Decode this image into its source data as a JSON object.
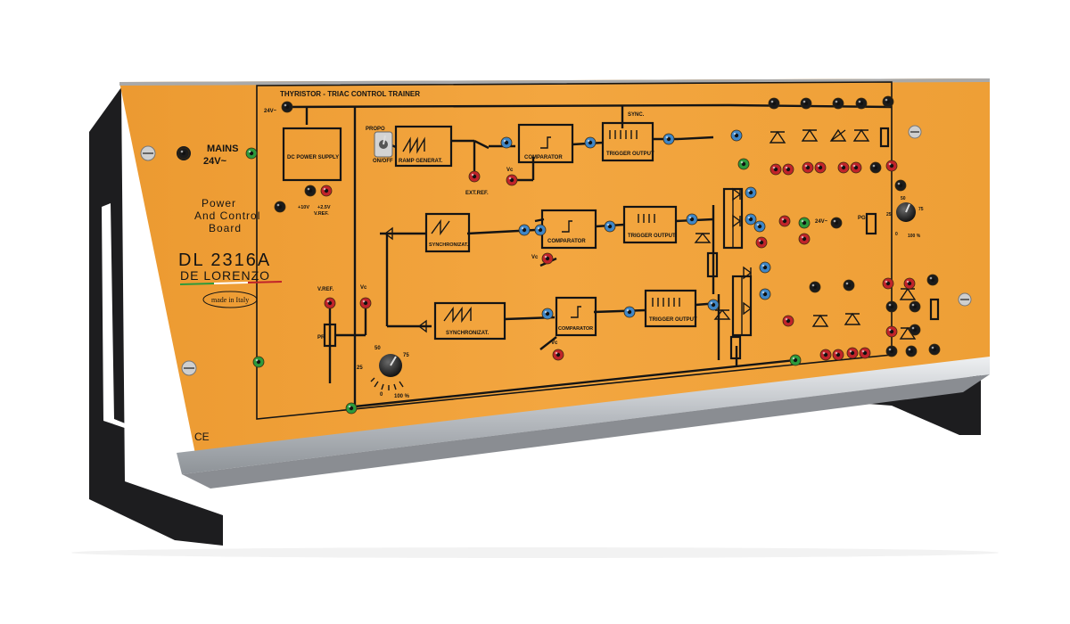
{
  "board": {
    "title": "THYRISTOR - TRIAC CONTROL TRAINER",
    "model": "DL 2316A",
    "brand": "DE LORENZO",
    "origin": "made in Italy",
    "ce_mark": "CE",
    "name_lines": [
      "Power",
      "And Control",
      "Board"
    ],
    "mains_label": "MAINS",
    "mains_voltage": "24V~"
  },
  "blocks": {
    "power_supply": "DC POWER SUPPLY",
    "ramp": "RAMP GENERAT.",
    "comparator": "COMPARATOR",
    "trigger_output": "TRIGGER OUTPUT",
    "sync": "SYNCHRONIZAT."
  },
  "labels": {
    "input_24v": "24V~",
    "sync": "SYNC.",
    "propo": "PROPO",
    "onoff": "ON/OFF",
    "ext_ref": "EXT.REF.",
    "vc": "Vc",
    "plus10v": "+10V",
    "plus25v": "+2.5V",
    "vref_small": "V.REF.",
    "vref": "V.REF.",
    "pr": "PR",
    "input_24v_right": "24V~",
    "pg": "PG"
  },
  "knob_main": {
    "marks": [
      "25",
      "50",
      "75",
      "0",
      "100 %"
    ]
  },
  "knob_right": {
    "marks": [
      "50",
      "25",
      "75",
      "0",
      "100 %"
    ]
  },
  "colors": {
    "panel": "#f1a23a",
    "jack_red": "#c0232a",
    "jack_blue": "#3f86c6",
    "jack_green": "#2c9a3c",
    "jack_black": "#1b1b1b",
    "frame": "#1d1d1f",
    "rail": "#c9ccd1"
  }
}
